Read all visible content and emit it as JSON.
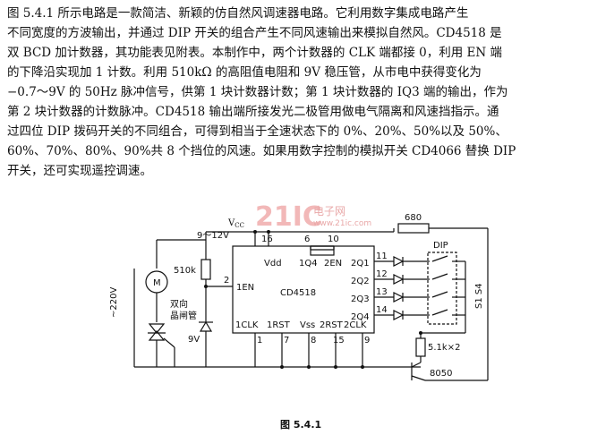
{
  "text": {
    "lines": [
      "图 5.4.1 所示电路是一款简洁、新颖的仿自然风调速器电路。它利用数字集成电路产生",
      "不同宽度的方波输出，并通过 DIP 开关的组合产生不同风速输出来模拟自然风。CD4518 是",
      "双 BCD 加计数器，其功能表见附表。本制作中，两个计数器的 CLK 端都接 0，利用 EN 端",
      "的下降沿实现加 1 计数。利用 510kΩ 的高阻值电阻和 9V 稳压管，从市电中获得变化为",
      "−0.7～9V 的 50Hz 脉冲信号，供第 1 块计数器计数；第 1 块计数器的 IQ3 端的输出，作为",
      "第 2 块计数器的计数脉冲。CD4518 输出端所接发光二极管用做电气隔离和风速挡指示。通",
      "过四位 DIP 拨码开关的不同组合，可得到相当于全速状态下的 0%、20%、50%以及 50%、",
      "60%、70%、80%、90%共 8 个挡位的风速。如果用数字控制的模拟开关 CD4066 替换 DIP",
      "开关，还可实现遥控调速。"
    ]
  },
  "watermark": {
    "logo": "21IC",
    "cn": "电子网",
    "url": "www.21ic.com"
  },
  "circuit": {
    "vcc": "V",
    "vcc_sub": "CC",
    "vcc_range": "9～12V",
    "r_top": "680",
    "r_510k": "510k",
    "motor": "M",
    "mains": "~220V",
    "triac_1": "双向",
    "triac_2": "晶闸管",
    "zener": "9V",
    "ic_name": "CD4518",
    "dip_label": "DIP",
    "s_label": "S1 S4",
    "r_bottom": "5.1k×2",
    "transistor": "8050",
    "pin_nums": [
      "16",
      "6",
      "10",
      "11",
      "12",
      "13",
      "14",
      "2",
      "1",
      "7",
      "8",
      "15",
      "9"
    ],
    "ic_pins": {
      "vdd": "Vdd",
      "iq4": "1Q4",
      "en2": "2EN",
      "q21": "2Q1",
      "q22": "2Q2",
      "q23": "2Q3",
      "q24": "2Q4",
      "en1": "1EN",
      "clk1": "1CLK",
      "rst1": "1RST",
      "vss": "Vss",
      "rst2": "2RST",
      "clk2": "2CLK"
    }
  },
  "caption": "图 5.4.1"
}
